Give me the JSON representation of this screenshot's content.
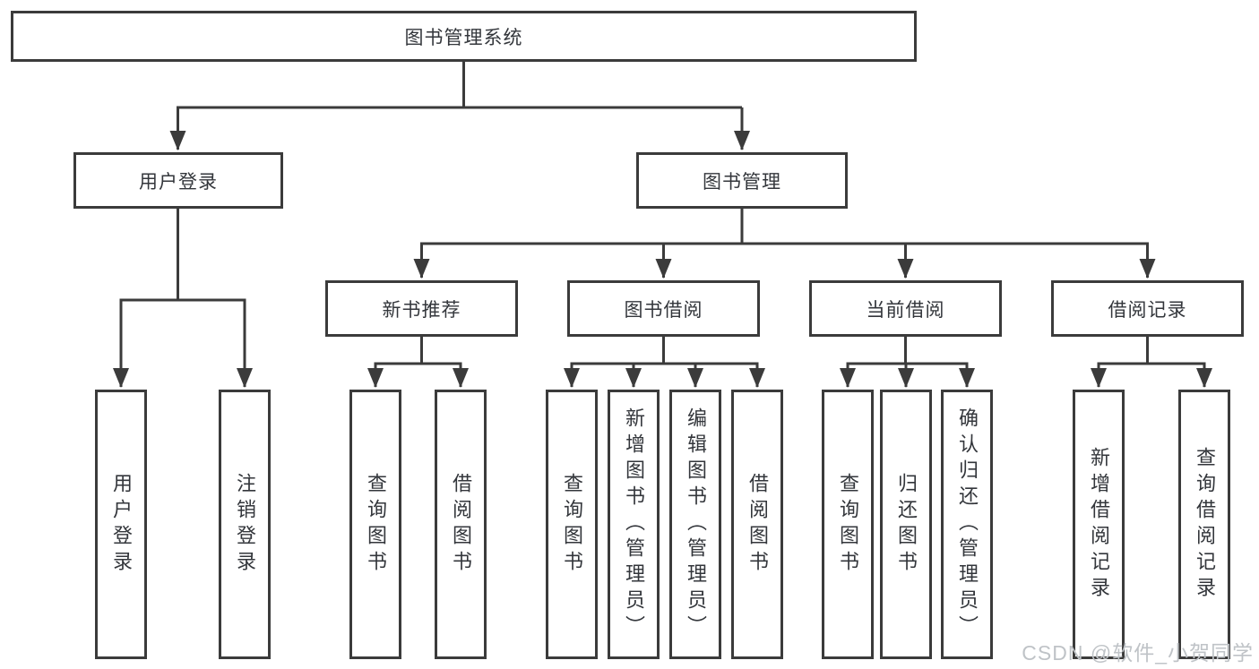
{
  "diagram": {
    "tree": {
      "root": "图书管理系统",
      "branches": [
        {
          "label": "用户登录",
          "leaves": [
            "用户登录",
            "注销登录"
          ]
        },
        {
          "label": "图书管理",
          "groups": [
            {
              "label": "新书推荐",
              "leaves": [
                "查询图书",
                "借阅图书"
              ]
            },
            {
              "label": "图书借阅",
              "leaves": [
                "查询图书",
                "新增图书（管理员）",
                "编辑图书（管理员）",
                "借阅图书"
              ]
            },
            {
              "label": "当前借阅",
              "leaves": [
                "查询图书",
                "归还图书",
                "确认归还（管理员）"
              ]
            },
            {
              "label": "借阅记录",
              "leaves": [
                "新增借阅记录",
                "查询借阅记录"
              ]
            }
          ]
        }
      ]
    },
    "colors": {
      "line": "#3b3b3b",
      "box_border": "#3b3b3b",
      "text": "#33363b",
      "background": "#ffffff",
      "watermark": "#bfc3c7"
    },
    "watermark": {
      "text": "CSDN @软件_小贺同学"
    }
  }
}
